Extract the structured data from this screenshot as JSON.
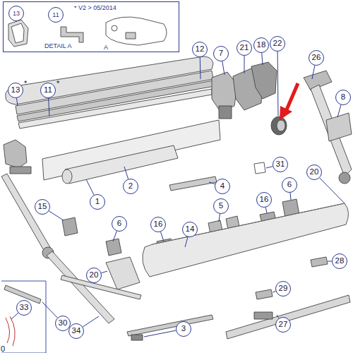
{
  "diagram": {
    "nodes": [
      {
        "text": [
          "* V2 > 05/2014",
          "DETAIL A",
          "A"
        ]
      },
      {
        "text": [
          "13"
        ],
        "in": 0
      },
      {
        "text": [
          "11"
        ],
        "in": 0
      },
      {
        "text": [
          "13"
        ]
      },
      {
        "text": [
          "11"
        ]
      },
      {
        "text": [
          "12"
        ]
      },
      {
        "text": [
          "7"
        ]
      },
      {
        "text": [
          "21"
        ]
      },
      {
        "text": [
          "18"
        ]
      },
      {
        "text": [
          "22"
        ]
      },
      {
        "text": [
          "26"
        ]
      },
      {
        "text": [
          "8"
        ]
      },
      {
        "text": [
          "31"
        ]
      },
      {
        "text": [
          "4"
        ]
      },
      {
        "text": [
          "2"
        ]
      },
      {
        "text": [
          "1"
        ]
      },
      {
        "text": [
          "15"
        ]
      },
      {
        "text": [
          "6"
        ]
      },
      {
        "text": [
          "16"
        ]
      },
      {
        "text": [
          "5"
        ]
      },
      {
        "text": [
          "16"
        ]
      },
      {
        "text": [
          "6"
        ]
      },
      {
        "text": [
          "20"
        ]
      },
      {
        "text": [
          "14"
        ]
      },
      {
        "text": [
          "20"
        ]
      },
      {
        "text": [
          "29"
        ]
      },
      {
        "text": [
          "28"
        ]
      },
      {
        "text": [
          "30"
        ]
      },
      {
        "text": [
          "33"
        ]
      },
      {
        "text": [
          "27"
        ]
      },
      {
        "text": [
          "34"
        ]
      },
      {
        "text": [
          "3"
        ]
      }
    ],
    "labels": [
      "*",
      "*",
      "0"
    ]
  }
}
